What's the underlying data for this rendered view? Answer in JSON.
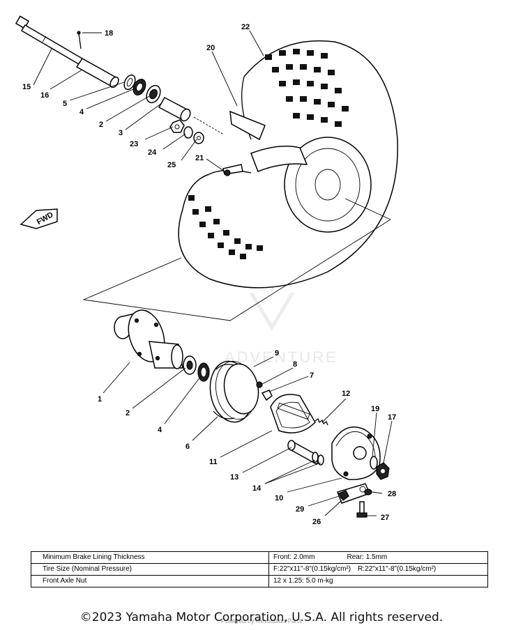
{
  "diagram": {
    "watermark": "ADVENTURE",
    "fwd_label": "FWD",
    "callouts": {
      "c18": "18",
      "c22": "22",
      "c20": "20",
      "c15": "15",
      "c16": "16",
      "c5a": "5",
      "c4a": "4",
      "c2a": "2",
      "c3": "3",
      "c23": "23",
      "c24": "24",
      "c25": "25",
      "c21": "21",
      "c9": "9",
      "c8": "8",
      "c7": "7",
      "c1": "1",
      "c2b": "2",
      "c4b": "4",
      "c6": "6",
      "c12": "12",
      "c19": "19",
      "c17": "17",
      "c11": "11",
      "c13": "13",
      "c14": "14",
      "c10": "10",
      "c28": "28",
      "c29": "29",
      "c26": "26",
      "c27": "27"
    }
  },
  "spec_table": {
    "rows": [
      {
        "label": "Minimum Brake Lining Thickness",
        "front": "Front: 2.0mm",
        "rear": "Rear: 1.5mm"
      },
      {
        "label": "Tire Size (Nominal Pressure)",
        "front": "F:22\"x11\"-8\"(0.15kg/cm²)",
        "rear": "R:22\"x11\"-8\"(0.15kg/cm²)"
      },
      {
        "label": "Front Axle Nut",
        "front": "12 x 1.25: 5.0 m-kg",
        "rear": ""
      }
    ]
  },
  "footer": {
    "copyright": "©2023 Yamaha Motor Corporation, U.S.A. All rights reserved.",
    "provider": "Powered by Revolution Parts"
  }
}
